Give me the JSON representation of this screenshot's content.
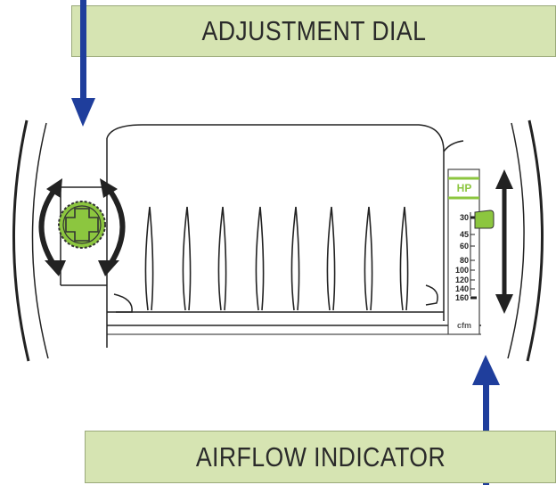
{
  "labels": {
    "top": "ADJUSTMENT DIAL",
    "bottom": "AIRFLOW INDICATOR"
  },
  "indicator": {
    "badge": "HP",
    "unit": "cfm",
    "scale": [
      "30",
      "45",
      "60",
      "80",
      "100",
      "120",
      "140",
      "160"
    ],
    "current_value": "30"
  },
  "colors": {
    "label_fill": "#d6e4b2",
    "arrow_blue": "#1f3e9c",
    "dial_green": "#8cc63f",
    "outline": "#222222"
  }
}
